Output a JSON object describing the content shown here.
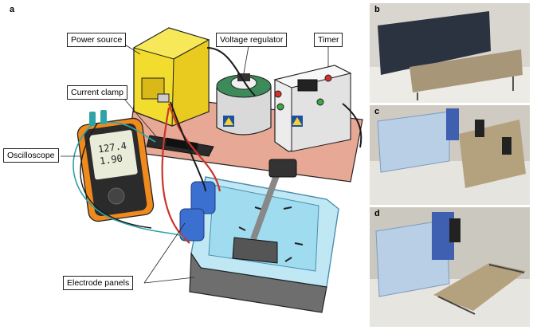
{
  "panels": {
    "a": "a",
    "b": "b",
    "c": "c",
    "d": "d"
  },
  "callouts": {
    "power_source": "Power source",
    "voltage_regulator": "Voltage regulator",
    "timer": "Timer",
    "current_clamp": "Current clamp",
    "oscilloscope": "Oscilloscope",
    "electrode_panels": "Electrode panels"
  },
  "oscilloscope_screen": {
    "line1": "127.4",
    "line2": "1.90"
  },
  "colors": {
    "power_source": "#f2dc2e",
    "base_board": "#e8a896",
    "oscilloscope_body": "#f08a1c",
    "tank_water": "#9fdcef",
    "electrode_panel": "#6e6e6e",
    "cable_red": "#c8362c",
    "cable_black": "#1a1a1a",
    "cable_teal": "#2fa3a8",
    "regulator_green": "#3d8a5a",
    "timer_body": "#e9e9e9"
  }
}
